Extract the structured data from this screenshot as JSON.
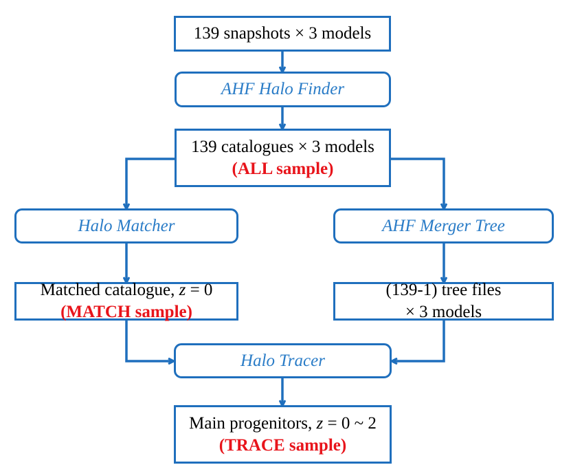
{
  "nodes": {
    "snapshots": {
      "text": "139 snapshots × 3 models"
    },
    "ahf_halo_finder": {
      "text": "AHF Halo Finder"
    },
    "catalogues": {
      "line1": "139 catalogues × 3 models",
      "sample": "(ALL sample)"
    },
    "halo_matcher": {
      "text": "Halo Matcher"
    },
    "ahf_merger_tree": {
      "text": "AHF Merger Tree"
    },
    "matched_catalogue": {
      "prefix": "Matched catalogue, ",
      "var": "z",
      "suffix": " = 0",
      "sample": "(MATCH sample)"
    },
    "tree_files": {
      "line1": "(139-1) tree files",
      "line2": "× 3 models"
    },
    "halo_tracer": {
      "text": "Halo Tracer"
    },
    "main_progenitors": {
      "prefix": "Main progenitors, ",
      "var": "z",
      "suffix": " = 0 ~ 2",
      "sample": "(TRACE sample)"
    }
  },
  "colors": {
    "box_border": "#1f6fbd",
    "process_text": "#2a7cc7",
    "sample_text": "#e8141b",
    "arrow": "#1f6fbd"
  }
}
